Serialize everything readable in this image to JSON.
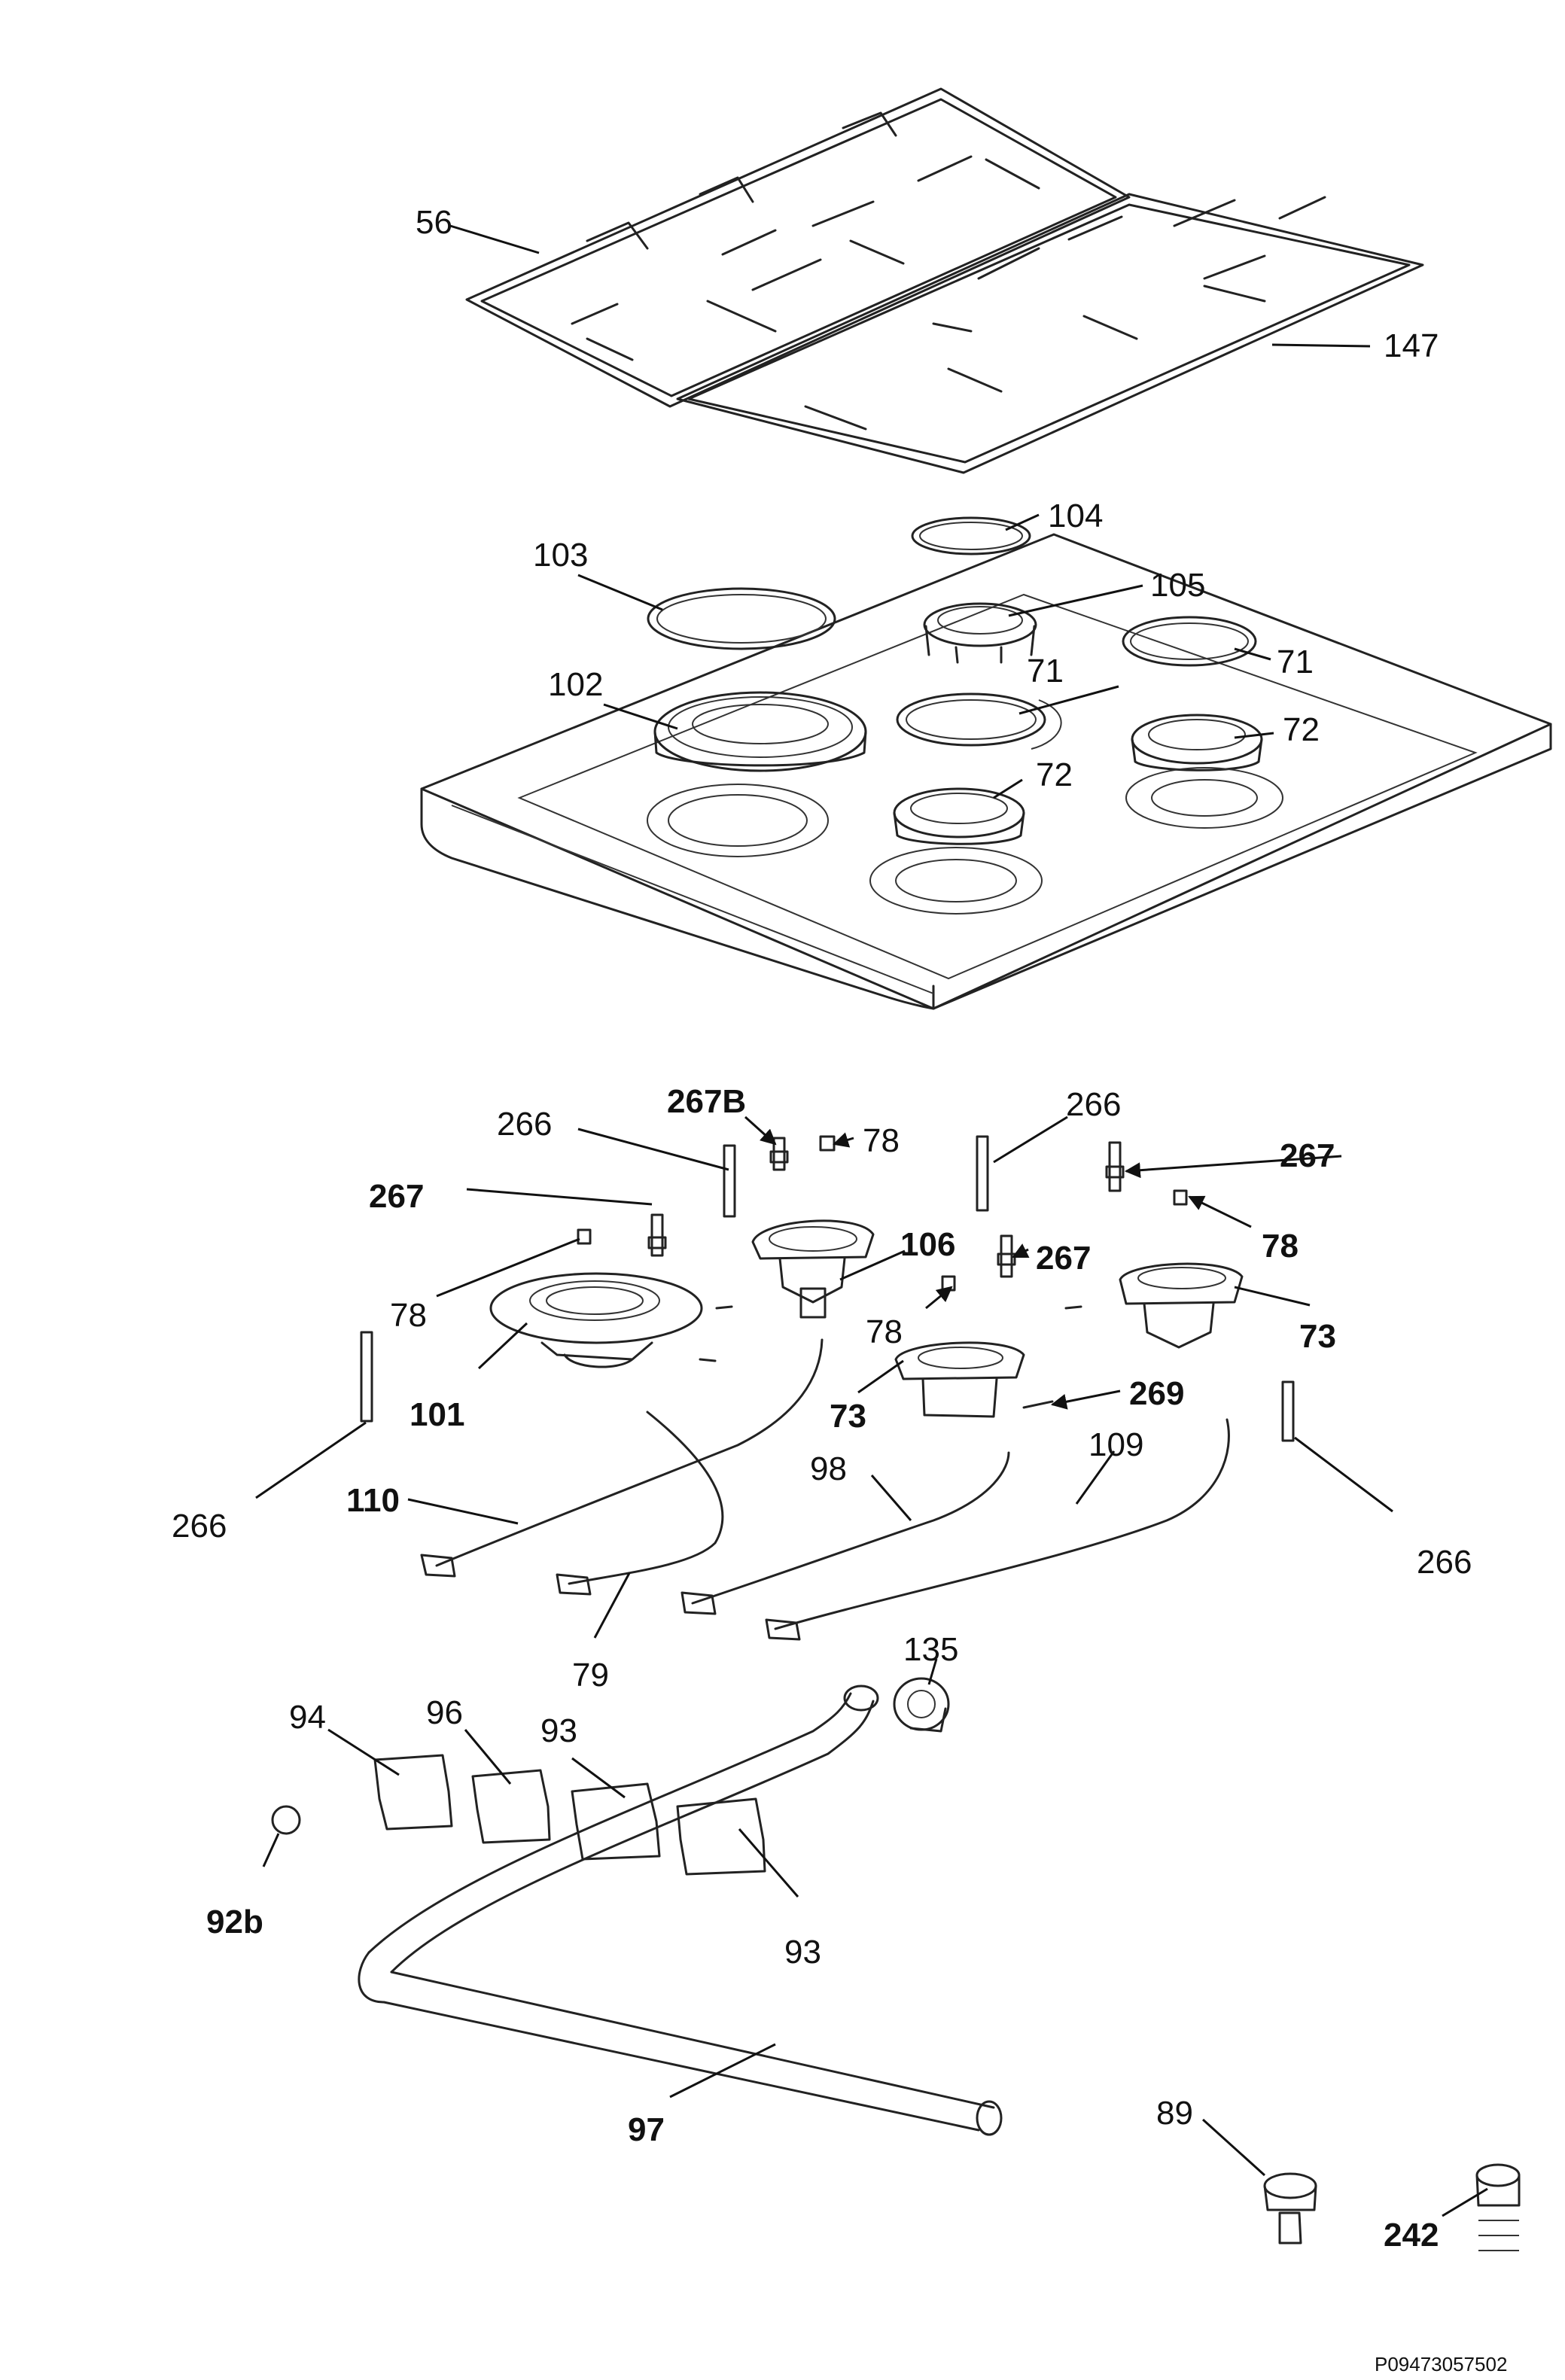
{
  "labels": {
    "grate_left": "56",
    "grate_right": "147",
    "cap_small": "104",
    "cap_large": "103",
    "burner_aux": "105",
    "cap_medium_a": "71",
    "cap_medium_b": "71",
    "burner_triple": "102",
    "burner_medium_a": "72",
    "burner_medium_b": "72",
    "screw_top_center": "267B",
    "nozzle_top_center": "78",
    "thermo_top_left": "266",
    "thermo_top_right": "266",
    "screw_right": "267",
    "nozzle_right": "78",
    "screw_left": "267",
    "cup_aux": "106",
    "screw_center": "267",
    "nozzle_left": "78",
    "nozzle_center": "78",
    "cup_right": "73",
    "cup_triple": "101",
    "cup_center": "73",
    "electrode_center": "269",
    "thermo_left": "266",
    "pipe_110": "110",
    "pipe_98": "98",
    "pipe_109": "109",
    "thermo_right": "266",
    "pipe_79": "79",
    "elbow_135": "135",
    "tap_94": "94",
    "tap_96": "96",
    "tap_93a": "93",
    "tap_93b": "93",
    "cap_92b": "92b",
    "manifold": "97",
    "fitting_89": "89",
    "spring_242": "242"
  },
  "footer_code": "P09473057502"
}
